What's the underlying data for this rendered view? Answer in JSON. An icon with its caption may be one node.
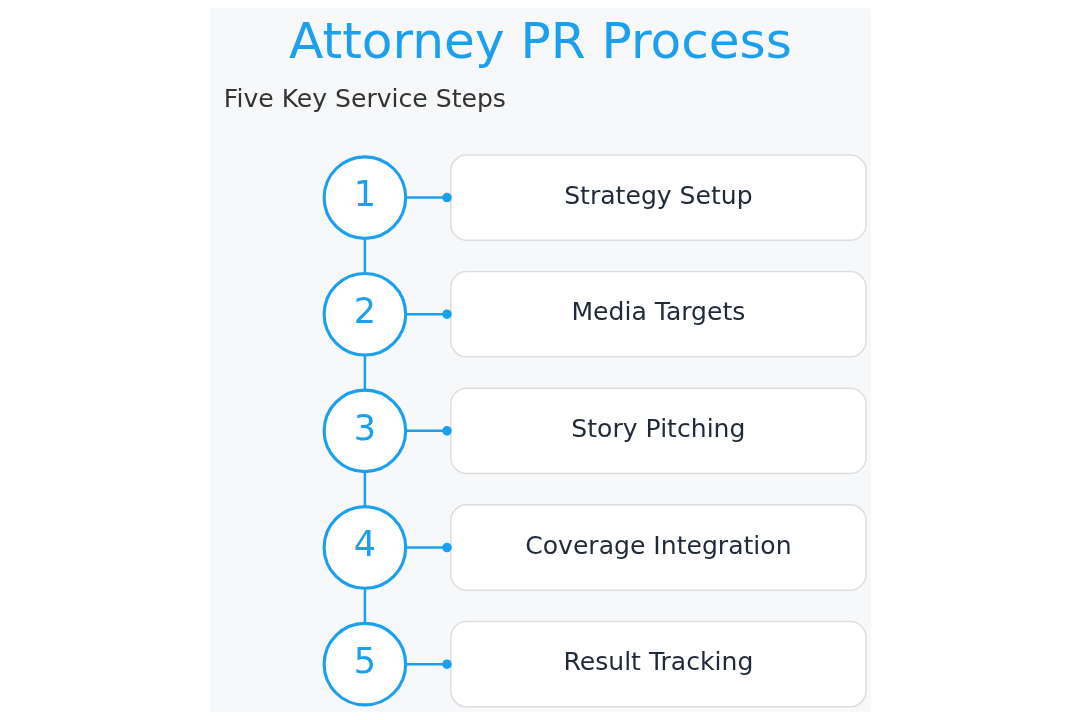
{
  "diagram": {
    "title": "Attorney PR Process",
    "nodes": [
      {
        "text": [
          "1"
        ]
      },
      {
        "text": [
          "Strategy Setup"
        ]
      },
      {
        "text": [
          "2"
        ]
      },
      {
        "text": [
          "Media Targets"
        ]
      },
      {
        "text": [
          "3"
        ]
      },
      {
        "text": [
          "Story Pitching"
        ]
      },
      {
        "text": [
          "4"
        ]
      },
      {
        "text": [
          "Coverage Integration"
        ]
      },
      {
        "text": [
          "5"
        ]
      },
      {
        "text": [
          "Result Tracking"
        ]
      }
    ],
    "edges": [
      {
        "from": 0,
        "to": 1,
        "arrow": "other"
      },
      {
        "from": 0,
        "to": 2,
        "arrow": "none"
      },
      {
        "from": 2,
        "to": 3,
        "arrow": "other"
      },
      {
        "from": 2,
        "to": 4,
        "arrow": "none"
      },
      {
        "from": 4,
        "to": 5,
        "arrow": "other"
      },
      {
        "from": 4,
        "to": 6,
        "arrow": "none"
      },
      {
        "from": 6,
        "to": 7,
        "arrow": "other"
      },
      {
        "from": 6,
        "to": 8,
        "arrow": "none"
      },
      {
        "from": 8,
        "to": 9,
        "arrow": "other"
      }
    ],
    "labels": [
      "Five Key Service Steps"
    ]
  }
}
